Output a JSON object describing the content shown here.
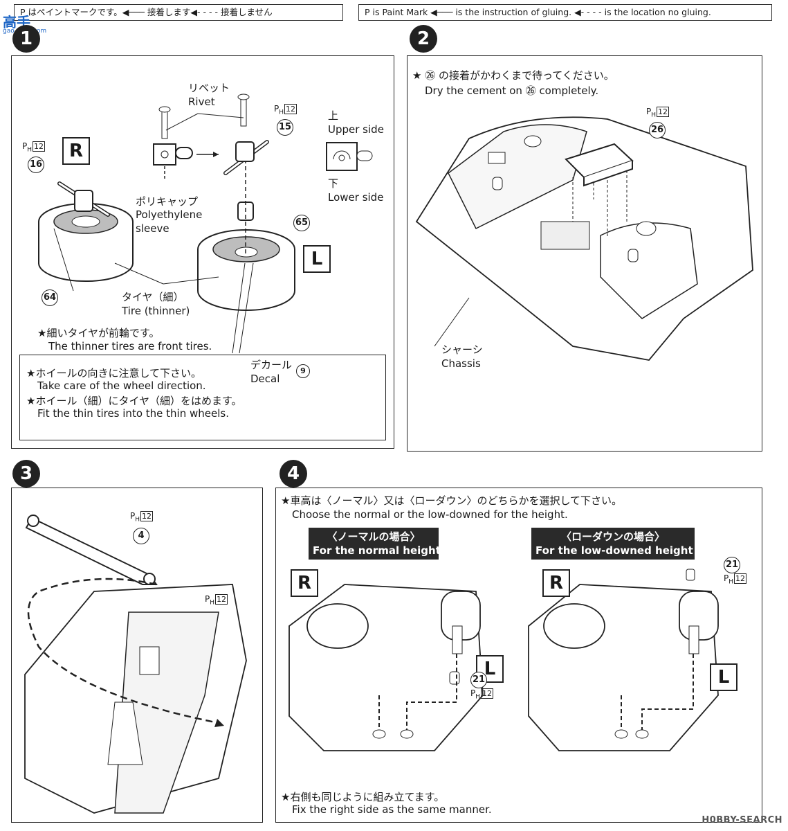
{
  "legend": {
    "jp": "P はペイントマークです。◀─── 接着します◀- - - - 接着しません",
    "en": "P is Paint Mark ◀─── is the instruction of gluing. ◀- - - - is the location no gluing."
  },
  "steps": [
    "1",
    "2",
    "3",
    "4"
  ],
  "paint_mark": {
    "p": "P",
    "h": "H",
    "num": "12"
  },
  "step1": {
    "rivet_jp": "リベット",
    "rivet_en": "Rivet",
    "upper_jp": "上",
    "upper_en": "Upper side",
    "lower_jp": "下",
    "lower_en": "Lower side",
    "poly_jp": "ポリキャップ",
    "poly_en1": "Polyethylene",
    "poly_en2": "sleeve",
    "tire_jp": "タイヤ（細）",
    "tire_en": "Tire (thinner)",
    "note1_jp": "★細いタイヤが前輪です。",
    "note1_en": "The thinner tires are front tires.",
    "note2_jp": "★ホイールの向きに注意して下さい。",
    "note2_en": "Take care of the wheel direction.",
    "note3_jp": "★ホイール（細）にタイヤ（細）をはめます。",
    "note3_en": "Fit the thin tires into the thin wheels.",
    "decal_jp": "デカール",
    "decal_en": "Decal",
    "part15": "15",
    "part16": "16",
    "part64": "64",
    "part65": "65",
    "part9": "9",
    "R": "R",
    "L": "L"
  },
  "step2": {
    "note_jp": "★ ㉖ の接着がかわくまで待ってください。",
    "note_en": "Dry the cement on ㉖ completely.",
    "part26": "26",
    "chassis_jp": "シャーシ",
    "chassis_en": "Chassis"
  },
  "step3": {
    "part4": "4"
  },
  "step4": {
    "note_jp": "★車高は〈ノーマル〉又は〈ローダウン〉のどちらかを選択して下さい。",
    "note_en": "Choose the normal or the low-downed for the height.",
    "normal_jp": "〈ノーマルの場合〉",
    "normal_en": "For the normal height",
    "low_jp": "〈ローダウンの場合〉",
    "low_en": "For the low-downed height",
    "part21": "21",
    "R": "R",
    "L": "L",
    "bottom_jp": "★右側も同じように組み立てます。",
    "bottom_en": "Fix the right side as the same manner."
  },
  "watermark": {
    "text": "高手",
    "sub": "gao.shou.com"
  },
  "footer": "H0BBY-SEARCH",
  "colors": {
    "ink": "#1a1a1a",
    "shade": "#bdbdbd",
    "label_bg": "#2a2a2a",
    "watermark": "#1e66c6"
  }
}
